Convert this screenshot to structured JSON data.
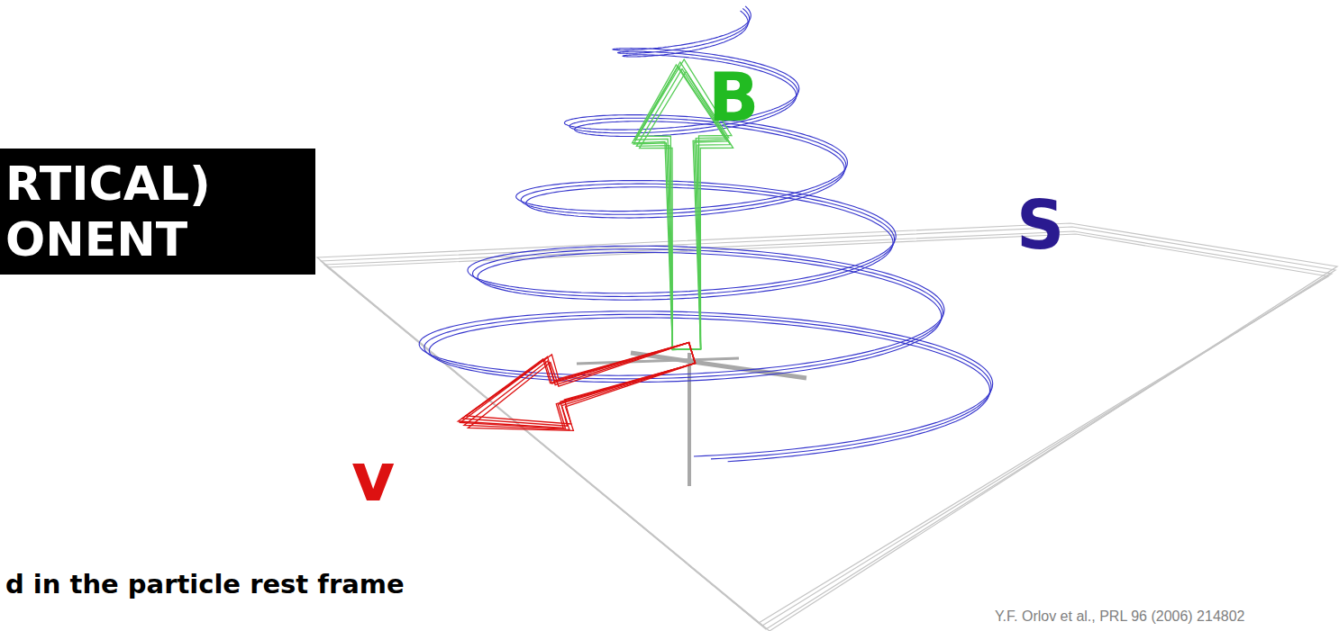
{
  "diagram": {
    "nodes": [
      {
        "text": [
          "RTICAL) ONENT"
        ]
      }
    ],
    "labels": [
      "B",
      "S",
      "v",
      "d in the particle rest frame",
      "Y.F. Orlov et al., PRL 96 (2006) 214802"
    ]
  }
}
